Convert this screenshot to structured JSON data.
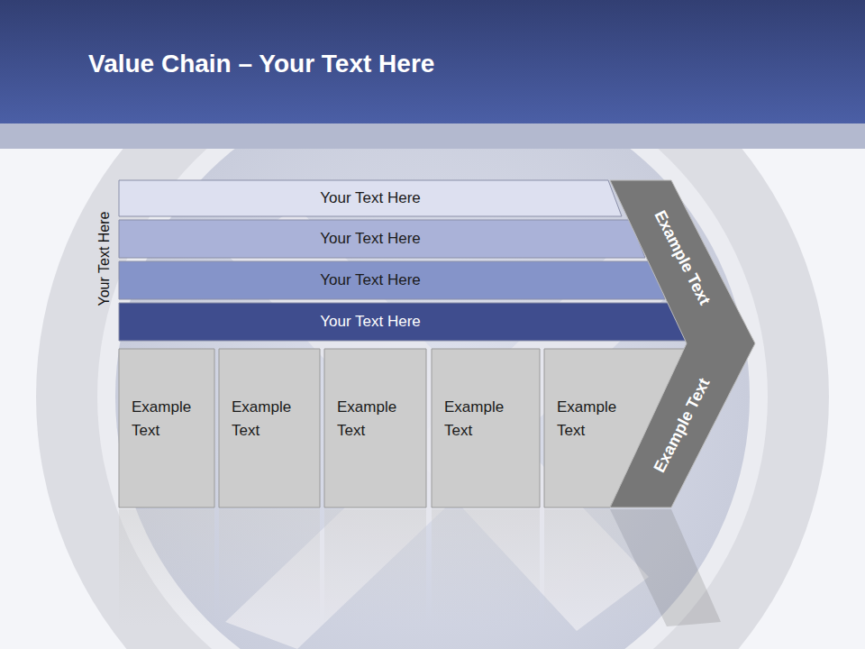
{
  "diagram": {
    "title": "Value Chain – Your Text Here",
    "nodes": [
      {
        "text": [
          "Your Text Here"
        ]
      },
      {
        "text": [
          "Your Text Here"
        ]
      },
      {
        "text": [
          "Your Text Here"
        ]
      },
      {
        "text": [
          "Your Text Here"
        ]
      },
      {
        "text": [
          "Example Text"
        ]
      },
      {
        "text": [
          "Example Text"
        ]
      },
      {
        "text": [
          "Example Text"
        ]
      },
      {
        "text": [
          "Example Text"
        ]
      },
      {
        "text": [
          "Example Text"
        ]
      },
      {
        "text": [
          "Example Text",
          "Example Text"
        ]
      }
    ],
    "labels": [
      "Your Text Here"
    ]
  }
}
